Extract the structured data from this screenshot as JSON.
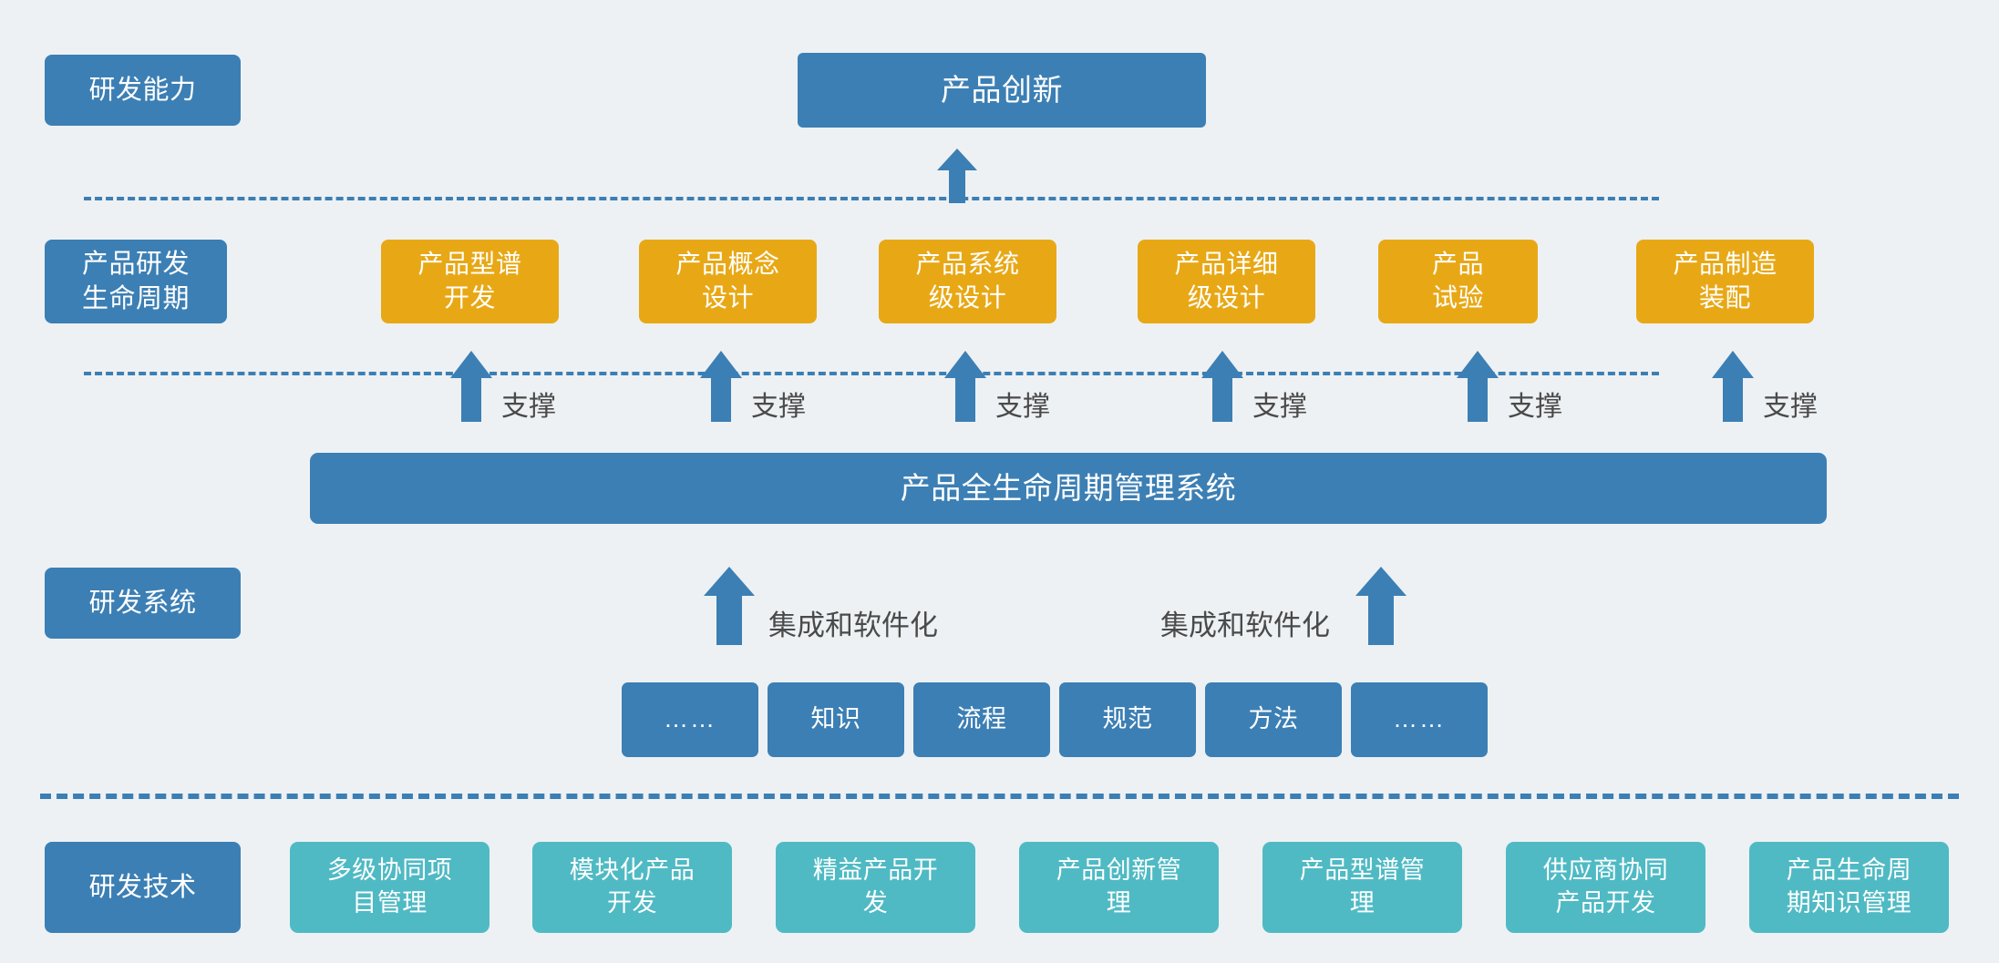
{
  "colors": {
    "background": "#edf1f4",
    "blue": "#3c7fb4",
    "orange": "#e8a816",
    "teal": "#4fbac4",
    "caption_text": "#4a4a4a",
    "box_text": "#ffffff"
  },
  "side_labels": {
    "capability": "研发能力",
    "lifecycle": "产品研发\n生命周期",
    "system": "研发系统",
    "technology": "研发技术"
  },
  "header": {
    "title": "产品创新"
  },
  "lifecycle_stages": [
    {
      "label": "产品型谱\n开发"
    },
    {
      "label": "产品概念\n设计"
    },
    {
      "label": "产品系统\n级设计"
    },
    {
      "label": "产品详细\n级设计"
    },
    {
      "label": "产品\n试验"
    },
    {
      "label": "产品制造\n装配"
    }
  ],
  "support_captions": [
    "支撑",
    "支撑",
    "支撑",
    "支撑",
    "支撑",
    "支撑"
  ],
  "plm": {
    "title": "产品全生命周期管理系统"
  },
  "integration_captions": [
    "集成和软件化",
    "集成和软件化"
  ],
  "knowledge_tiles": [
    {
      "label": "……"
    },
    {
      "label": "知识"
    },
    {
      "label": "流程"
    },
    {
      "label": "规范"
    },
    {
      "label": "方法"
    },
    {
      "label": "……"
    }
  ],
  "technologies": [
    {
      "label": "多级协同项\n目管理"
    },
    {
      "label": "模块化产品\n开发"
    },
    {
      "label": "精益产品开\n发"
    },
    {
      "label": "产品创新管\n理"
    },
    {
      "label": "产品型谱管\n理"
    },
    {
      "label": "供应商协同\n产品开发"
    },
    {
      "label": "产品生命周\n期知识管理"
    }
  ]
}
